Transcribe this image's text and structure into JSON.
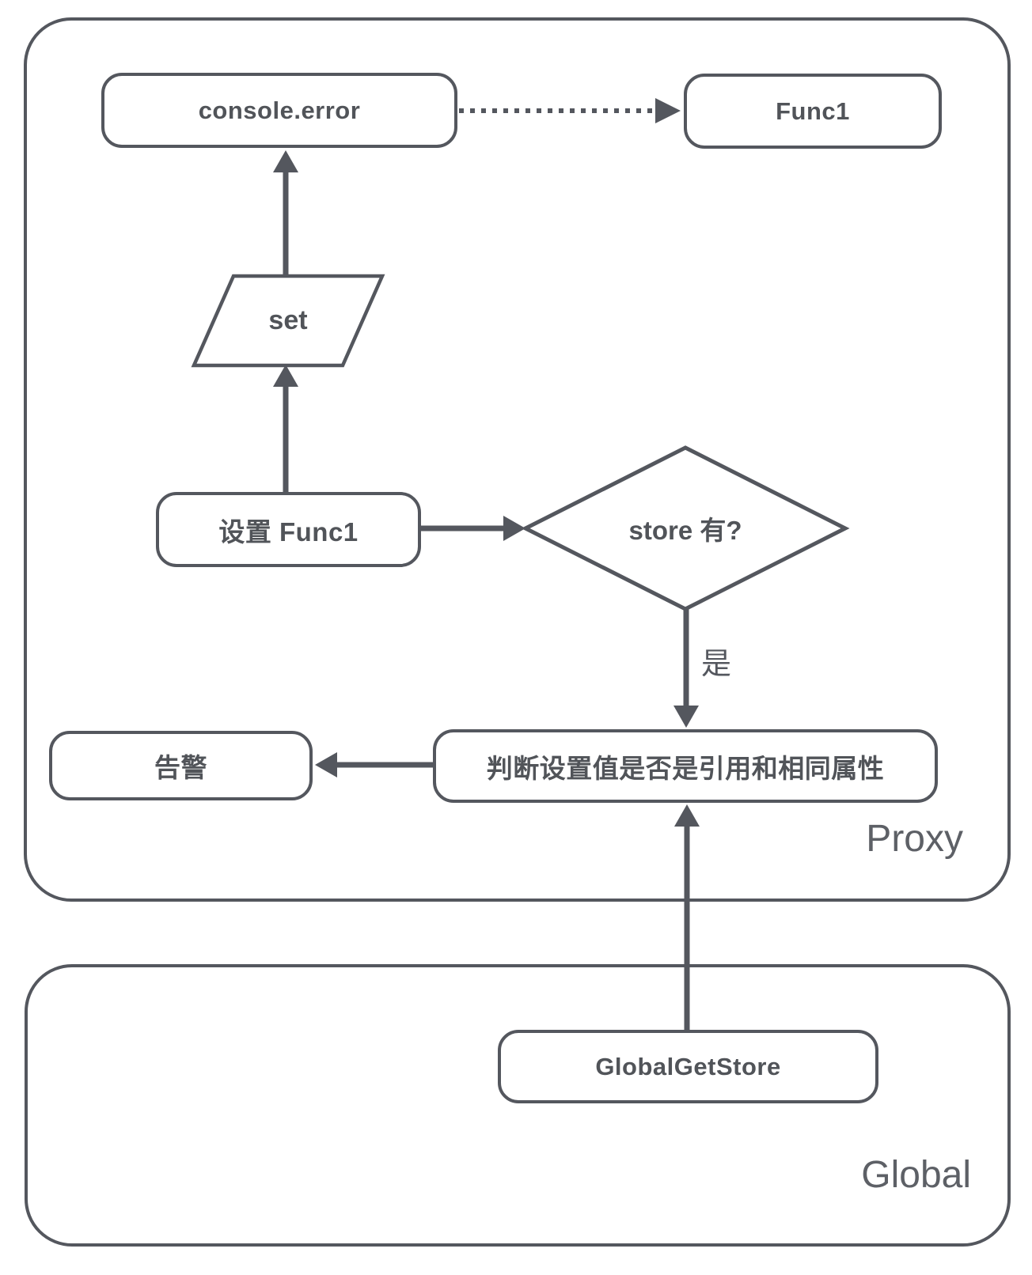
{
  "diagram": {
    "containers": [
      {
        "id": "proxy",
        "label": "Proxy"
      },
      {
        "id": "global",
        "label": "Global"
      }
    ],
    "nodes": [
      {
        "id": "console-error",
        "type": "rounded-rect",
        "label": "console.error"
      },
      {
        "id": "func1",
        "type": "rounded-rect",
        "label": "Func1"
      },
      {
        "id": "set",
        "type": "parallelogram",
        "label": "set"
      },
      {
        "id": "set-func1",
        "type": "rounded-rect",
        "label": "设置 Func1"
      },
      {
        "id": "store-check",
        "type": "diamond",
        "label": "store 有?"
      },
      {
        "id": "judge-value",
        "type": "rounded-rect",
        "label": "判断设置值是否是引用和相同属性"
      },
      {
        "id": "alert",
        "type": "rounded-rect",
        "label": "告警"
      },
      {
        "id": "global-get-store",
        "type": "rounded-rect",
        "label": "GlobalGetStore"
      }
    ],
    "edges": [
      {
        "from": "console-error",
        "to": "func1",
        "style": "dotted",
        "label": ""
      },
      {
        "from": "set",
        "to": "console-error",
        "style": "solid",
        "label": ""
      },
      {
        "from": "set-func1",
        "to": "set",
        "style": "solid",
        "label": ""
      },
      {
        "from": "set-func1",
        "to": "store-check",
        "style": "solid",
        "label": ""
      },
      {
        "from": "store-check",
        "to": "judge-value",
        "style": "solid",
        "label": "是"
      },
      {
        "from": "judge-value",
        "to": "alert",
        "style": "solid",
        "label": ""
      },
      {
        "from": "global-get-store",
        "to": "judge-value",
        "style": "solid",
        "label": ""
      }
    ],
    "colors": {
      "stroke": "#54575e",
      "node_text": "#515459",
      "container_label_text": "#5d6066",
      "background": "#ffffff"
    }
  }
}
